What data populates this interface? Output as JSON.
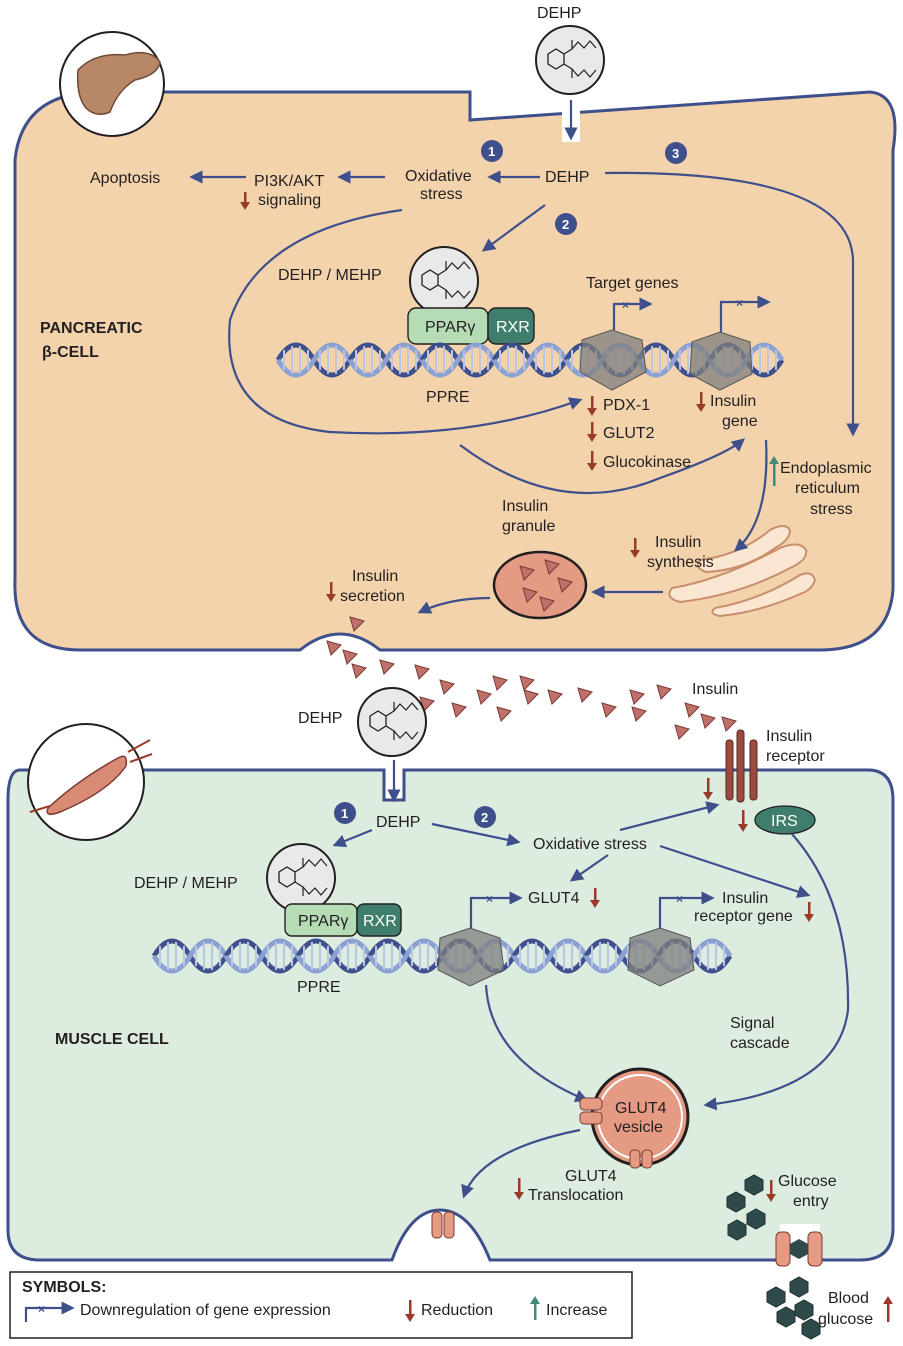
{
  "beta_cell": {
    "title_line1": "PANCREATIC",
    "title_line2": "β-CELL",
    "dehp_top": "DEHP",
    "dehp_center": "DEHP",
    "num1": "1",
    "num2": "2",
    "num3": "3",
    "oxidative_line1": "Oxidative",
    "oxidative_line2": "stress",
    "pi3k_line1": "PI3K/AKT",
    "pi3k_line2": "signaling",
    "apoptosis": "Apoptosis",
    "dehp_mehp": "DEHP / MEHP",
    "ppar": "PPARγ",
    "rxr": "RXR",
    "target_genes": "Target genes",
    "ppre": "PPRE",
    "pdx1": "PDX-1",
    "glut2": "GLUT2",
    "glucokinase": "Glucokinase",
    "insulin_gene_line1": "Insulin",
    "insulin_gene_line2": "gene",
    "er_line1": "Endoplasmic",
    "er_line2": "reticulum",
    "er_line3": "stress",
    "granule_line1": "Insulin",
    "granule_line2": "granule",
    "synthesis_line1": "Insulin",
    "synthesis_line2": "synthesis",
    "secretion_line1": "Insulin",
    "secretion_line2": "secretion"
  },
  "middle": {
    "insulin": "Insulin",
    "dehp": "DEHP",
    "receptor_line1": "Insulin",
    "receptor_line2": "receptor"
  },
  "muscle_cell": {
    "title": "MUSCLE CELL",
    "num1": "1",
    "num2": "2",
    "dehp": "DEHP",
    "oxidative": "Oxidative stress",
    "irs": "IRS",
    "dehp_mehp": "DEHP / MEHP",
    "ppar": "PPARγ",
    "rxr": "RXR",
    "glut4": "GLUT4",
    "receptor_gene_line1": "Insulin",
    "receptor_gene_line2": "receptor gene",
    "ppre": "PPRE",
    "signal_line1": "Signal",
    "signal_line2": "cascade",
    "vesicle_line1": "GLUT4",
    "vesicle_line2": "vesicle",
    "translocation_line1": "GLUT4",
    "translocation_line2": "Translocation",
    "glucose_line1": "Glucose",
    "glucose_line2": "entry",
    "blood_line1": "Blood",
    "blood_line2": "glucose"
  },
  "symbols": {
    "title": "SYMBOLS:",
    "downregulation": "Downregulation of gene expression",
    "reduction": "Reduction",
    "increase": "Increase"
  },
  "colors": {
    "beta_cell_fill": "#f2d3ac",
    "beta_cell_stroke": "#3e4f8c",
    "muscle_cell_fill": "#dcecdf",
    "arrow": "#3e4f8c",
    "reduction_arrow": "#9a3b2a",
    "increase_arrow": "#3f8a78",
    "insulin": "#c0706a"
  }
}
